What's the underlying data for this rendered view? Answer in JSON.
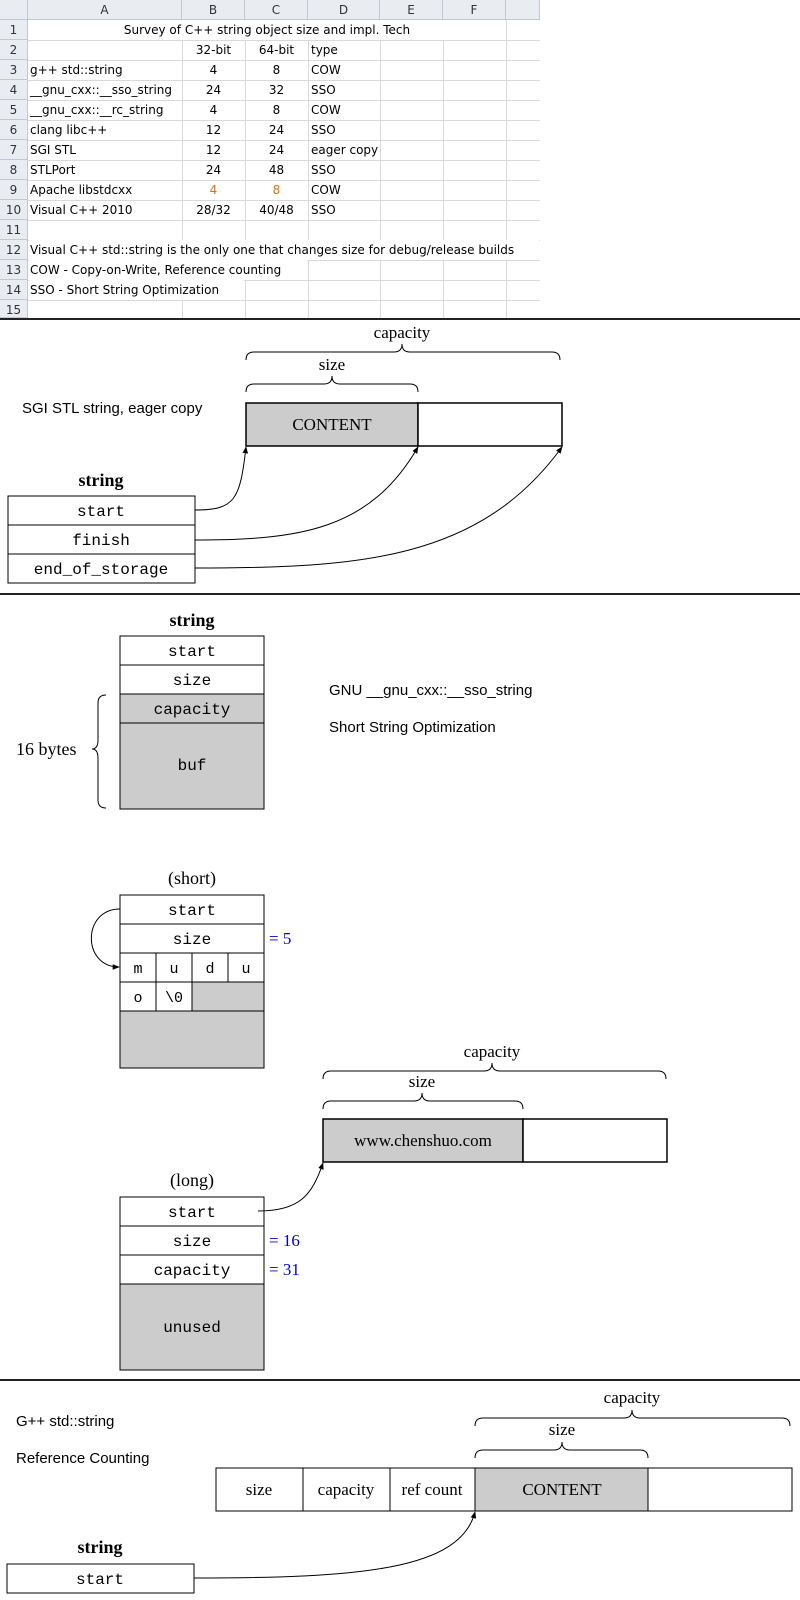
{
  "sheet": {
    "columns": [
      "A",
      "B",
      "C",
      "D",
      "E",
      "F"
    ],
    "rows": [
      {
        "num": "1",
        "title": "Survey of C++ string object size and impl. Tech"
      },
      {
        "num": "2",
        "a": "",
        "b": "32-bit",
        "c": "64-bit",
        "d": "type"
      },
      {
        "num": "3",
        "a": "g++ std::string",
        "b": "4",
        "c": "8",
        "d": "COW"
      },
      {
        "num": "4",
        "a": "__gnu_cxx::__sso_string",
        "b": "24",
        "c": "32",
        "d": "SSO"
      },
      {
        "num": "5",
        "a": "__gnu_cxx::__rc_string",
        "b": "4",
        "c": "8",
        "d": "COW"
      },
      {
        "num": "6",
        "a": "clang libc++",
        "b": "12",
        "c": "24",
        "d": "SSO"
      },
      {
        "num": "7",
        "a": "SGI STL",
        "b": "12",
        "c": "24",
        "d": "eager copy"
      },
      {
        "num": "8",
        "a": "STLPort",
        "b": "24",
        "c": "48",
        "d": "SSO"
      },
      {
        "num": "9",
        "a": "Apache libstdcxx",
        "b": "4",
        "c": "8",
        "d": "COW"
      },
      {
        "num": "10",
        "a": "Visual C++ 2010",
        "b": "28/32",
        "c": "40/48",
        "d": "SSO"
      },
      {
        "num": "11",
        "a": ""
      },
      {
        "num": "12",
        "a": "Visual C++ std::string is the only one that changes size for debug/release builds"
      },
      {
        "num": "13",
        "a": "COW - Copy-on-Write, Reference counting"
      },
      {
        "num": "14",
        "a": "SSO - Short String Optimization"
      },
      {
        "num": "15",
        "a": ""
      }
    ],
    "highlight_color": "#e26b0a"
  },
  "sgi": {
    "caption": "SGI STL string, eager copy",
    "capacity_label": "capacity",
    "size_label": "size",
    "content_label": "CONTENT",
    "struct_title": "string",
    "fields": [
      "start",
      "finish",
      "end_of_storage"
    ]
  },
  "sso": {
    "caption1": "GNU __gnu_cxx::__sso_string",
    "caption2": "Short String Optimization",
    "struct_title": "string",
    "fields": [
      "start",
      "size",
      "capacity",
      "buf"
    ],
    "brace_label": "16 bytes",
    "short_title": "(short)",
    "short_fields": [
      "start",
      "size"
    ],
    "short_size_value": "= 5",
    "short_chars_row1": [
      "m",
      "u",
      "d",
      "u"
    ],
    "short_chars_row2": [
      "o",
      "\\0"
    ],
    "long_title": "(long)",
    "long_fields": [
      "start",
      "size",
      "capacity",
      "unused"
    ],
    "long_size_value": "= 16",
    "long_capacity_value": "= 31",
    "long_capacity_label": "capacity",
    "long_size_label": "size",
    "long_content": "www.chenshuo.com",
    "value_color": "#0000cc"
  },
  "cow": {
    "caption1": "G++ std::string",
    "caption2": "Reference Counting",
    "capacity_label": "capacity",
    "size_label": "size",
    "cells": [
      "size",
      "capacity",
      "ref count",
      "CONTENT"
    ],
    "struct_title": "string",
    "field": "start"
  },
  "colors": {
    "shade": "#cccccc",
    "rule": "#222222"
  }
}
